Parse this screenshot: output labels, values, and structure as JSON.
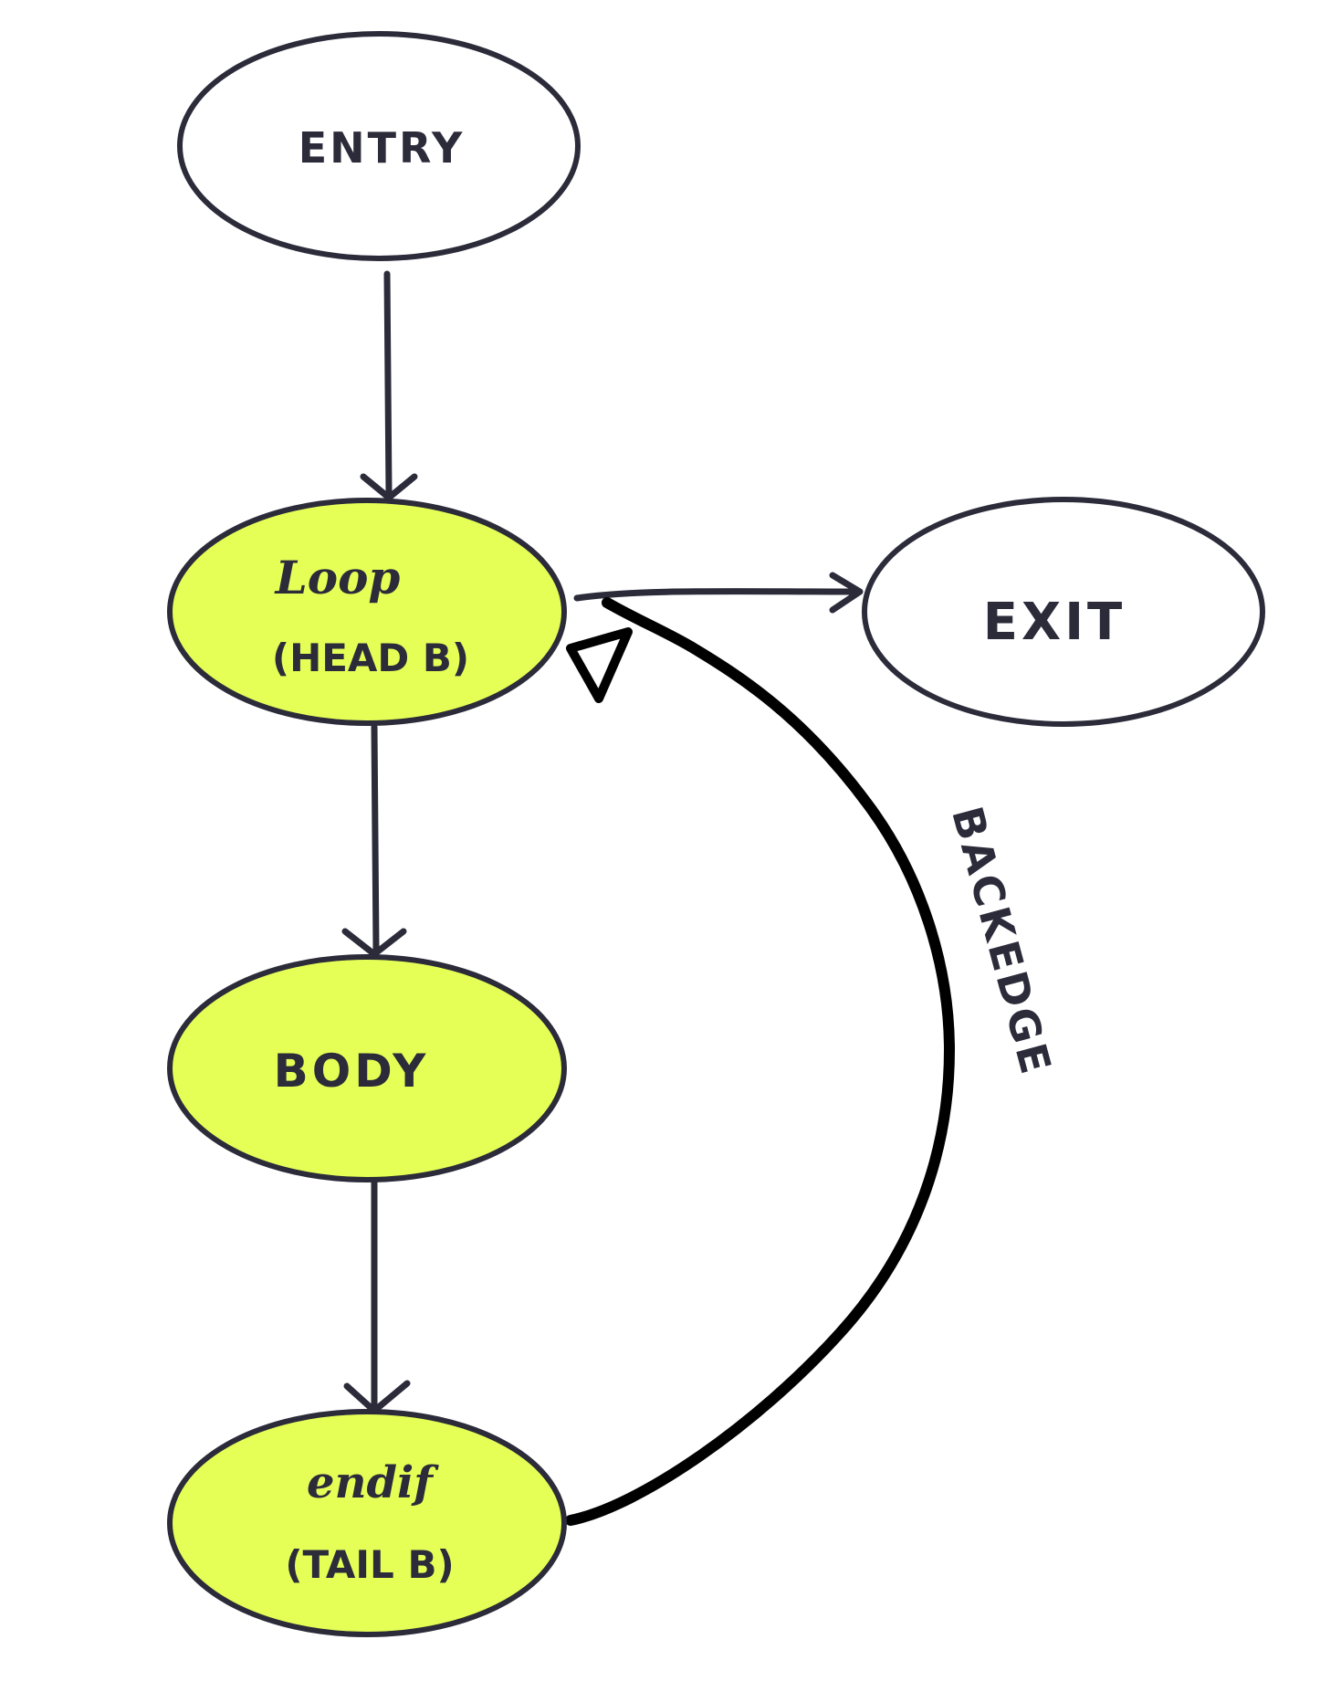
{
  "colors": {
    "highlight_fill": "#e5ff57",
    "plain_fill": "#ffffff",
    "ink": "#2b2b3a",
    "backedge_ink": "#000000"
  },
  "nodes": {
    "entry": {
      "label": "ENTRY",
      "highlighted": false
    },
    "loop": {
      "label_line1": "Loop",
      "label_line2": "(HEAD B)",
      "highlighted": true
    },
    "exit": {
      "label": "EXIT",
      "highlighted": false
    },
    "body": {
      "label": "BODY",
      "highlighted": true
    },
    "endif": {
      "label_line1": "endif",
      "label_line2": "(TAIL B)",
      "highlighted": true
    }
  },
  "edges": [
    {
      "from": "entry",
      "to": "loop"
    },
    {
      "from": "loop",
      "to": "exit"
    },
    {
      "from": "loop",
      "to": "body"
    },
    {
      "from": "body",
      "to": "endif"
    },
    {
      "from": "endif",
      "to": "loop",
      "label": "BACKEDGE"
    }
  ]
}
